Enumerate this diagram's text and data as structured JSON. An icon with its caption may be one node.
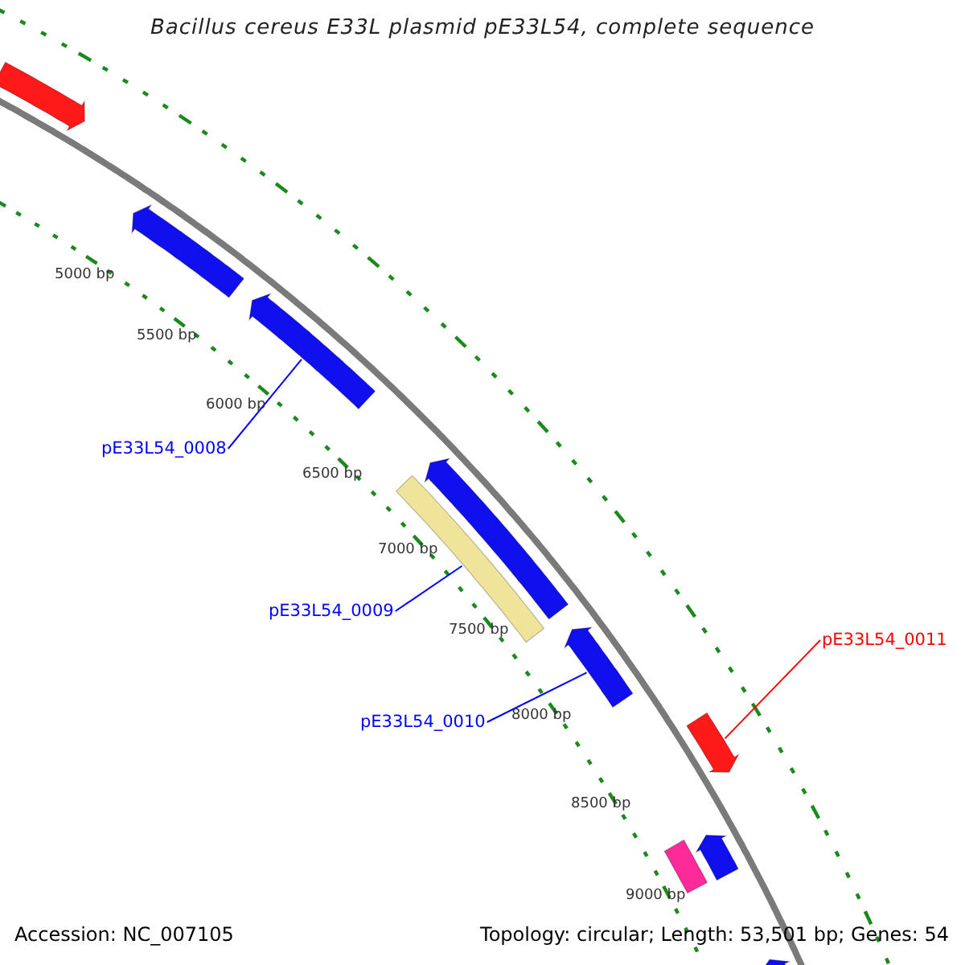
{
  "diagram": {
    "title": "Bacillus cereus E33L plasmid pE33L54, complete sequence",
    "nodes": [
      {
        "text": [
          "pE33L54_0008"
        ]
      },
      {
        "text": [],
        "shape": "arrow"
      },
      {
        "text": [
          "pE33L54_0009"
        ]
      },
      {
        "text": [],
        "shape": "bar"
      },
      {
        "text": [
          "pE33L54_0010"
        ]
      },
      {
        "text": [],
        "shape": "arrow"
      },
      {
        "text": [
          "pE33L54_0011"
        ]
      },
      {
        "text": [],
        "shape": "arrow"
      },
      {
        "text": [],
        "shape": "arrow"
      },
      {
        "text": [],
        "shape": "arrow"
      },
      {
        "text": [],
        "shape": "arrow"
      },
      {
        "text": [],
        "shape": "bar"
      },
      {
        "text": [],
        "shape": "arrow"
      },
      {
        "text": [],
        "shape": "arrow"
      }
    ],
    "edges": [
      {
        "from": 0,
        "to": 1,
        "arrow": "none"
      },
      {
        "from": 2,
        "to": 3,
        "arrow": "none"
      },
      {
        "from": 4,
        "to": 5,
        "arrow": "none"
      },
      {
        "from": 6,
        "to": 7,
        "arrow": "none",
        "color": "#ff0000"
      }
    ],
    "labels": [
      "5000 bp",
      "5500 bp",
      "6000 bp",
      "6500 bp",
      "7000 bp",
      "7500 bp",
      "8000 bp",
      "8500 bp",
      "9000 bp",
      "Accession: NC_007105",
      "Topology: circular; Length: 53,501 bp; Genes: 54"
    ]
  }
}
